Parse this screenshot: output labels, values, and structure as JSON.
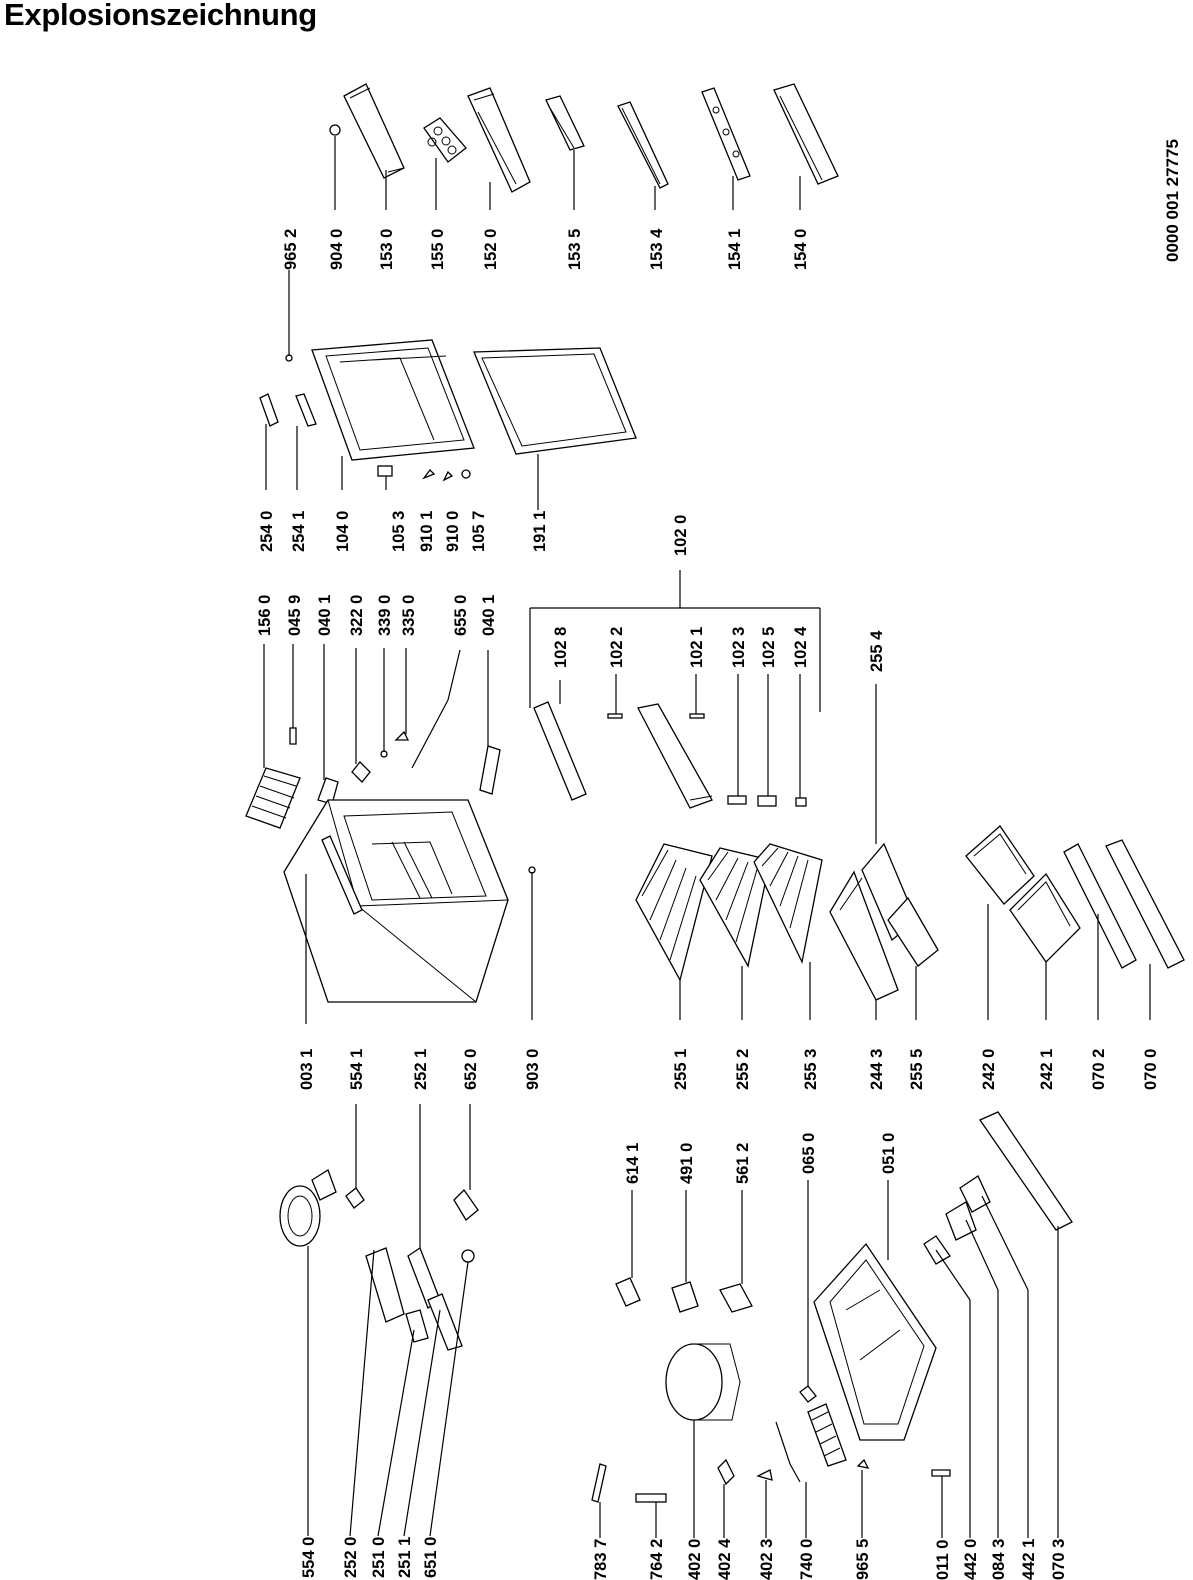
{
  "title": "Explosionszeichnung",
  "document_number": "0000 001 27775",
  "part_labels": [
    "965 2",
    "904 0",
    "153 0",
    "155 0",
    "152 0",
    "153 5",
    "153 4",
    "154 1",
    "154 0",
    "254 0",
    "254 1",
    "104 0",
    "105 3",
    "910 1",
    "910 0",
    "105 7",
    "191 1",
    "102 0",
    "156 0",
    "045 9",
    "040 1",
    "322 0",
    "339 0",
    "335 0",
    "655 0",
    "102 8",
    "102 2",
    "102 1",
    "102 3",
    "102 5",
    "102 4",
    "255 4",
    "003 1",
    "554 1",
    "252 1",
    "652 0",
    "903 0",
    "255 1",
    "255 2",
    "255 3",
    "244 3",
    "255 5",
    "242 0",
    "242 1",
    "070 2",
    "070 0",
    "614 1",
    "491 0",
    "561 2",
    "065 0",
    "051 0",
    "554 0",
    "252 0",
    "251 0",
    "251 1",
    "651 0",
    "783 7",
    "764 2",
    "402 0",
    "402 4",
    "402 3",
    "740 0",
    "965 5",
    "011 0",
    "442 0",
    "084 3",
    "442 1",
    "070 3"
  ]
}
